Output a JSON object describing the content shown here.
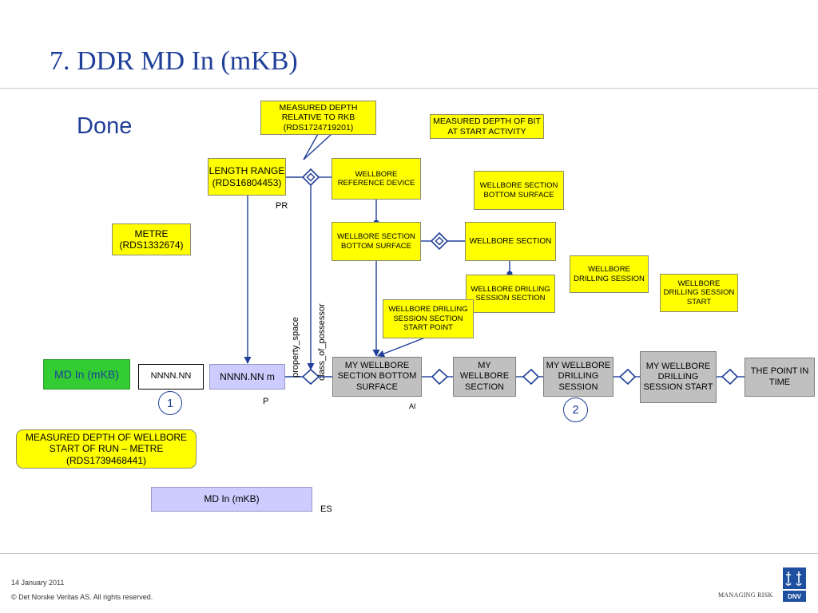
{
  "title": "7. DDR MD In (mKB)",
  "status": "Done",
  "boxes": {
    "measured_depth_rkb": "MEASURED DEPTH RELATIVE TO RKB (RDS1724719201)",
    "measured_depth_bit": "MEASURED DEPTH OF BIT AT START ACTIVITY",
    "length_range": "LENGTH RANGE (RDS16804453)",
    "wellbore_reference_device": "WELLBORE REFERENCE DEVICE",
    "wellbore_section_bottom_surface_top": "WELLBORE SECTION BOTTOM SURFACE",
    "metre": "METRE (RDS1332674)",
    "wellbore_section_bottom_surface": "WELLBORE SECTION BOTTOM SURFACE",
    "wellbore_section": "WELLBORE SECTION",
    "wellbore_drilling_session": "WELLBORE DRILLING SESSION",
    "wellbore_drilling_session_start": "WELLBORE DRILLING SESSION START",
    "wellbore_drilling_session_section": "WELLBORE DRILLING SESSION SECTION",
    "wellbore_drilling_session_section_start_point": "WELLBORE DRILLING SESSION SECTION START POINT",
    "md_in_green": "MD In (mKB)",
    "nnnn_nn": "NNNN.NN",
    "nnnn_nn_m": "NNNN.NN m",
    "my_wellbore_section_bottom_surface": "MY WELLBORE SECTION BOTTOM SURFACE",
    "my_wellbore_section": "MY WELLBORE SECTION",
    "my_wellbore_drilling_session": "MY WELLBORE DRILLING SESSION",
    "my_wellbore_drilling_session_start": "MY WELLBORE DRILLING SESSION START",
    "the_point_in_time": "THE POINT IN TIME",
    "measured_depth_wellbore_start": "MEASURED DEPTH OF WELLBORE START OF RUN – METRE (RDS1739468441)",
    "md_in_bottom": "MD In (mKB)"
  },
  "labels": {
    "pr": "PR",
    "p": "P",
    "ai": "AI",
    "es": "ES",
    "property_space": "property_space",
    "class_of_possessor": "class_of_possessor"
  },
  "markers": {
    "one": "1",
    "two": "2"
  },
  "footer": {
    "date": "14 January 2011",
    "copyright": "© Det Norske Veritas AS. All rights reserved.",
    "tagline": "MANAGING RISK",
    "logo_text": "DNV"
  },
  "colors": {
    "title_blue": "#1f3f99",
    "yellow": "#ffff00",
    "gray": "#c0c0c0",
    "lavender": "#ccccff",
    "green": "#33cc33"
  }
}
